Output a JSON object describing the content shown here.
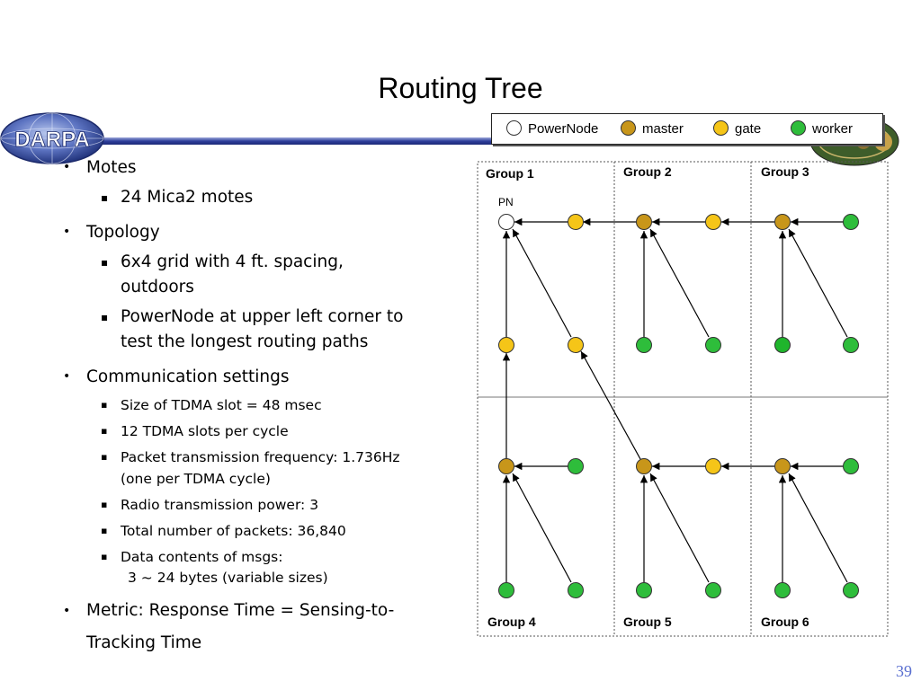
{
  "slide": {
    "title": "Routing Tree",
    "page_number": "39"
  },
  "logos": {
    "left_text": "DARPA"
  },
  "legend": {
    "items": [
      {
        "label": "PowerNode",
        "color": "#ffffff"
      },
      {
        "label": "master",
        "color": "#c8961a"
      },
      {
        "label": "gate",
        "color": "#f5c518"
      },
      {
        "label": "worker",
        "color": "#2ebd3b"
      }
    ]
  },
  "bullets": {
    "motes": "Motes",
    "motes_sub": "24 Mica2 motes",
    "topology": "Topology",
    "topology_sub1a": "6x4 grid with 4 ft. spacing,",
    "topology_sub1b": "outdoors",
    "topology_sub2a": "PowerNode at upper left corner to",
    "topology_sub2b": "test the longest routing paths",
    "comm": "Communication settings",
    "comm_items": [
      "Size of TDMA slot = 48 msec",
      "12 TDMA slots per cycle",
      "Packet transmission frequency: 1.736Hz",
      "Radio transmission power: 3",
      "Total number of packets: 36,840",
      "Data contents of msgs:"
    ],
    "comm_cont_freq": "(one per TDMA cycle)",
    "comm_cont_data": "3 ~ 24 bytes (variable sizes)",
    "metric_a": "Metric:  Response Time = Sensing-to-",
    "metric_b": "Tracking Time"
  },
  "diagram": {
    "groups": [
      "Group 1",
      "Group 2",
      "Group 3",
      "Group 4",
      "Group 5",
      "Group 6"
    ],
    "pn_label": "PN",
    "colors": {
      "powernode": "#ffffff",
      "master": "#c8961a",
      "gate": "#f5c518",
      "worker": "#2ebd3b"
    }
  }
}
